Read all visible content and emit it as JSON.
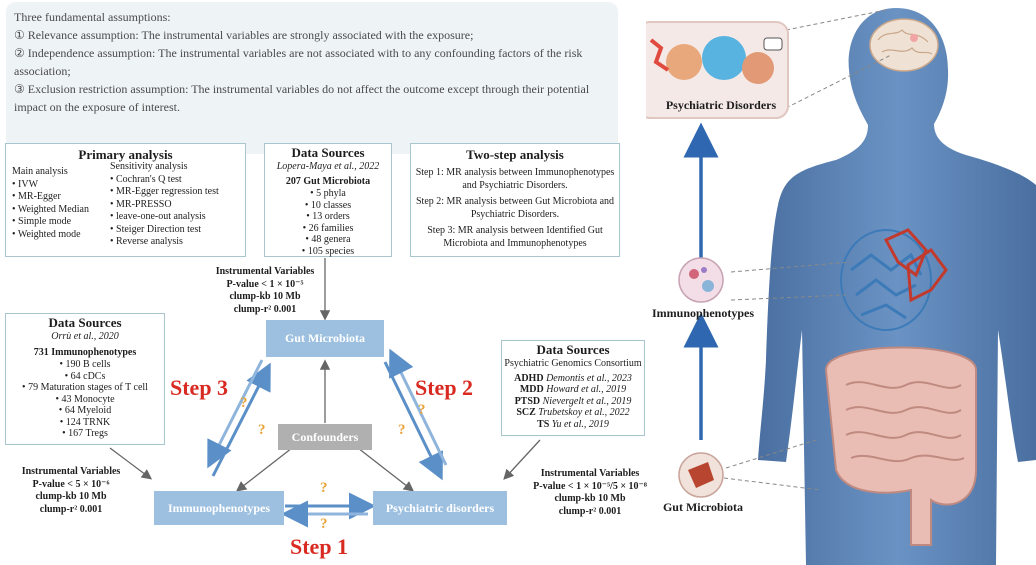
{
  "assumptions": {
    "title": "Three fundamental assumptions:",
    "lines": [
      "① Relevance assumption: The instrumental variables are strongly associated with the exposure;",
      "② Independence assumption: The instrumental variables are not associated with to any confounding factors of the risk association;",
      "③ Exclusion restriction assumption: The instrumental variables do not affect the outcome except through their potential impact on the exposure of interest."
    ]
  },
  "primary": {
    "title": "Primary analysis",
    "main_title": "Main analysis",
    "main_items": [
      "IVW",
      "MR-Egger",
      "Weighted Median",
      "Simple mode",
      "Weighted mode"
    ],
    "sens_title": "Sensitivity analysis",
    "sens_items": [
      "Cochran's Q test",
      "MR-Egger regression test",
      "MR-PRESSO",
      "leave-one-out analysis",
      "Steiger Direction test",
      "Reverse analysis"
    ]
  },
  "gut_source": {
    "title": "Data Sources",
    "cite": "Lopera-Maya et al., 2022",
    "head": "207 Gut Microbiota",
    "items": [
      "5 phyla",
      "10 classes",
      "13 orders",
      "26 families",
      "48 genera",
      "105 species"
    ]
  },
  "two_step": {
    "title": "Two-step analysis",
    "lines": [
      "Step 1: MR analysis between Immunophenotypes and Psychiatric Disorders.",
      "Step 2: MR analysis between Gut Microbiota and Psychiatric Disorders.",
      "Step 3: MR analysis between Identified Gut Microbiota and Immunophenotypes"
    ]
  },
  "immune_source": {
    "title": "Data Sources",
    "cite": "Orrù et al., 2020",
    "head": "731 Immunophenotypes",
    "items": [
      "190 B cells",
      "64 cDCs",
      "79 Maturation stages of T cell",
      "43 Monocyte",
      "64 Myeloid",
      "124 TRNK",
      "167 Tregs"
    ]
  },
  "psych_source": {
    "title": "Data Sources",
    "sub": "Psychiatric Genomics Consortium",
    "rows": [
      {
        "abbr": "ADHD",
        "cite": "Demontis et al., 2023"
      },
      {
        "abbr": "MDD",
        "cite": "Howard et al., 2019"
      },
      {
        "abbr": "PTSD",
        "cite": "Nievergelt et al., 2019"
      },
      {
        "abbr": "SCZ",
        "cite": "Trubetskoy et al., 2022"
      },
      {
        "abbr": "TS",
        "cite": "Yu et al., 2019"
      }
    ]
  },
  "iv_top": {
    "title": "Instrumental Variables",
    "p": "P-value < 1 × 10⁻⁵",
    "kb": "clump-kb 10 Mb",
    "r2": "clump-r² 0.001"
  },
  "iv_left": {
    "title": "Instrumental Variables",
    "p": "P-value < 5 × 10⁻⁶",
    "kb": "clump-kb 10 Mb",
    "r2": "clump-r² 0.001"
  },
  "iv_right": {
    "title": "Instrumental Variables",
    "p": "P-value < 1 × 10⁻⁵/5 × 10⁻⁸",
    "kb": "clump-kb 10 Mb",
    "r2": "clump-r² 0.001"
  },
  "nodes": {
    "gut": "Gut Microbiota",
    "confounders": "Confounders",
    "immuno": "Immunophenotypes",
    "psych": "Psychiatric disorders"
  },
  "steps": {
    "s1": "Step 1",
    "s2": "Step 2",
    "s3": "Step 3"
  },
  "q": "?",
  "body_labels": {
    "psych": "Psychiatric Disorders",
    "immuno": "Immunophenotypes",
    "gut": "Gut Microbiota"
  },
  "colors": {
    "node": "#9dc0e0",
    "step": "#d92a22",
    "q": "#e8a33a",
    "arrow": "#2f68b0",
    "border": "#a9c6cf"
  }
}
